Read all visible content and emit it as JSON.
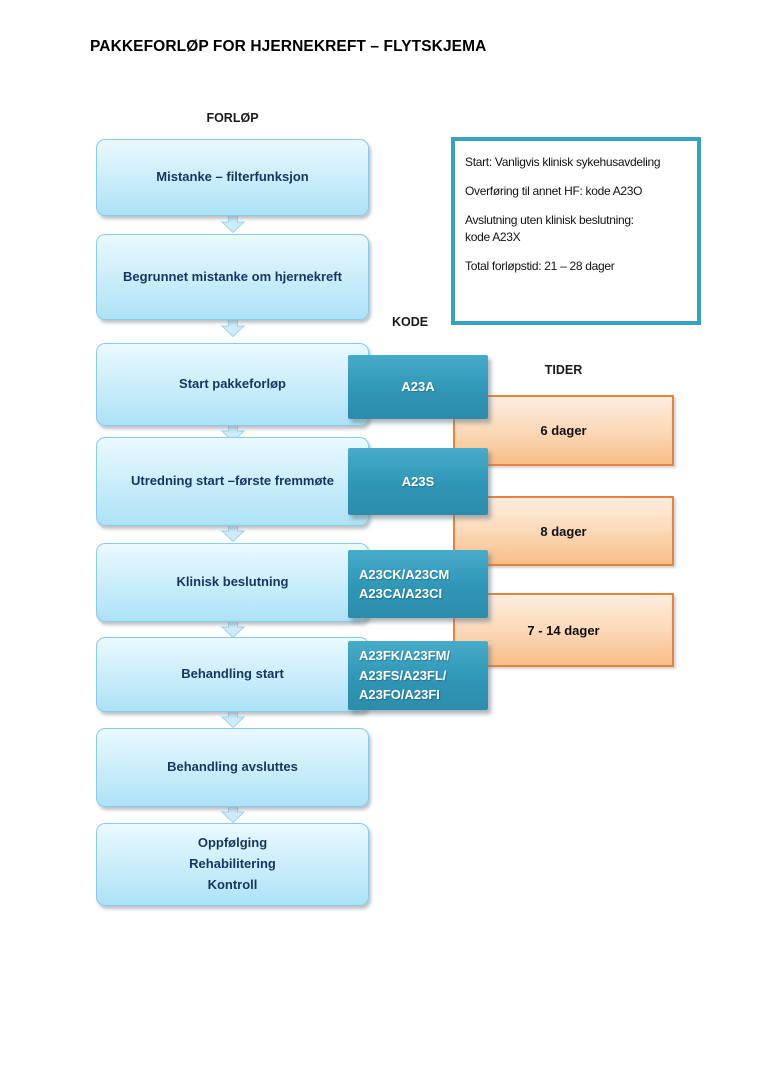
{
  "title": "PAKKEFORLØP FOR HJERNEKREFT – FLYTSKJEMA",
  "column_labels": {
    "forlop": "FORLØP",
    "kode": "KODE",
    "tider": "TIDER"
  },
  "flow": {
    "steps": [
      {
        "label": "Mistanke – filterfunksjon"
      },
      {
        "label": "Begrunnet mistanke om hjernekreft"
      },
      {
        "label": "Start pakkeforløp"
      },
      {
        "label": "Utredning start –første fremmøte"
      },
      {
        "label": "Klinisk beslutning"
      },
      {
        "label": "Behandling start"
      },
      {
        "label": "Behandling avsluttes"
      },
      {
        "label": "Oppfølging\nRehabilitering\nKontroll"
      }
    ]
  },
  "codes": [
    {
      "label": "A23A"
    },
    {
      "label": "A23S"
    },
    {
      "label": "A23CK/A23CM\nA23CA/A23CI"
    },
    {
      "label": "A23FK/A23FM/\nA23FS/A23FL/\nA23FO/A23FI"
    }
  ],
  "durations": [
    {
      "label": "6 dager"
    },
    {
      "label": "8 dager"
    },
    {
      "label": "7 - 14 dager"
    }
  ],
  "info_box": {
    "lines": [
      "Start: Vanligvis klinisk sykehusavdeling",
      "Overføring til annet HF: kode A23O",
      "Avslutning uten klinisk beslutning:\nkode A23X",
      "Total forløpstid: 21 – 28 dager"
    ]
  },
  "colors": {
    "flow_box_fill_top": "#EAF9FE",
    "flow_box_fill_bottom": "#ADE2F6",
    "flow_box_border": "#89CBE5",
    "flow_box_text": "#17365D",
    "code_box_fill": "#3096B6",
    "code_box_text": "#FFFFFF",
    "time_box_fill_top": "#FDEDDF",
    "time_box_fill_bottom": "#F8BE88",
    "time_box_border": "#E8823C",
    "info_box_border": "#35A3BF",
    "arrow_fill": "#CDEBF8",
    "title_text": "#000000"
  }
}
